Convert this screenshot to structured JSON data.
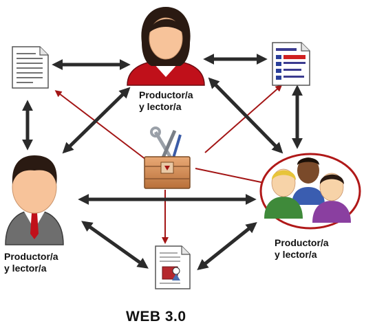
{
  "title": "WEB 3.0",
  "nodes": {
    "top_person": {
      "line1": "Productor/a",
      "line2": "y lector/a"
    },
    "left_person": {
      "line1": "Productor/a",
      "line2": "y lector/a"
    },
    "group": {
      "line1": "Productor/a",
      "line2": "y lector/a"
    }
  },
  "icons": {
    "top_person": "woman-avatar-icon",
    "left_person": "man-avatar-icon",
    "group": "group-avatar-icon",
    "top_left_doc": "text-document-icon",
    "top_right_doc": "form-document-icon",
    "bottom_doc": "media-document-icon",
    "center": "toolbox-icon"
  },
  "colors": {
    "arrow_black": "#2b2b2b",
    "arrow_red": "#a31515",
    "group_ring": "#b01818",
    "shirt_red": "#c0101a",
    "box_brown": "#c9834a"
  }
}
